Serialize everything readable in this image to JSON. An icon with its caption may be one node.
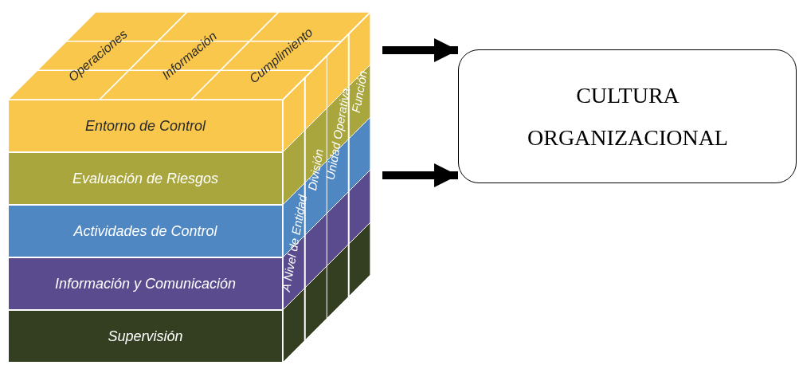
{
  "diagram": {
    "nodes": [
      {
        "text": [
          "Operaciones"
        ]
      },
      {
        "text": [
          "Información"
        ]
      },
      {
        "text": [
          "Cumplimiento"
        ]
      },
      {
        "text": [
          "Entorno de Control"
        ]
      },
      {
        "text": [
          "Evaluación de Riesgos"
        ]
      },
      {
        "text": [
          "Actividades de Control"
        ]
      },
      {
        "text": [
          "Información y Comunicación"
        ]
      },
      {
        "text": [
          "Supervisión"
        ]
      },
      {
        "text": [
          "A Nivel de Entidad"
        ]
      },
      {
        "text": [
          "División"
        ]
      },
      {
        "text": [
          "Unidad Operativa"
        ]
      },
      {
        "text": [
          "Función"
        ]
      },
      {
        "text": [
          "CULTURA ORGANIZACIONAL"
        ]
      }
    ],
    "edges": [
      {
        "from": null,
        "to": 12,
        "arrow": "to"
      },
      {
        "from": null,
        "to": 12,
        "arrow": "to"
      }
    ]
  }
}
